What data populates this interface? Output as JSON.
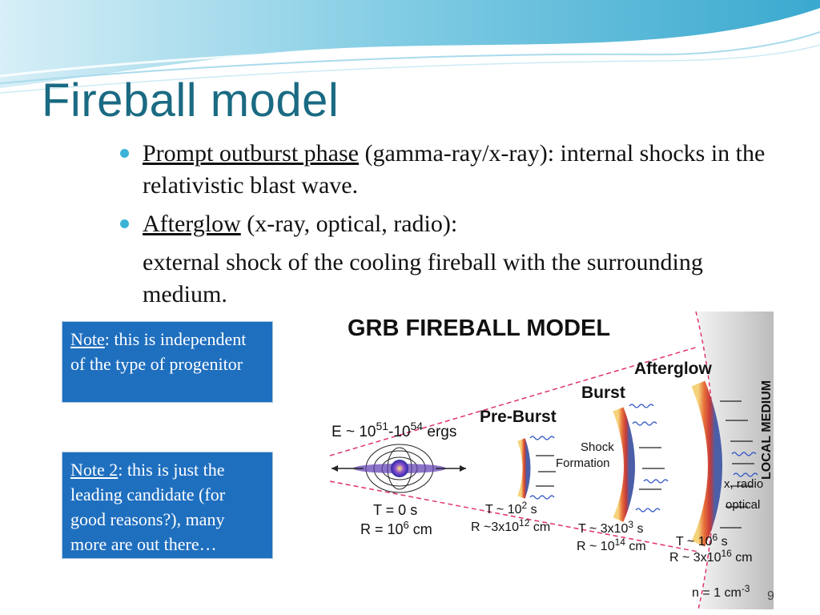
{
  "slide": {
    "title": "Fireball model",
    "bullets": [
      {
        "underlined": "Prompt outburst phase",
        "text": " (gamma-ray/x-ray): internal shocks in the relativistic blast wave."
      },
      {
        "underlined": "Afterglow",
        "text": " (x-ray, optical, radio):"
      }
    ],
    "paragraph": "external shock of the cooling fireball with the surrounding medium.",
    "page_number": "9"
  },
  "notes": [
    {
      "underlined": "Note",
      "text": ": this is independent of the type of progenitor"
    },
    {
      "underlined": "Note 2",
      "text": ": this is just the leading candidate (for good reasons?), many more are out there…"
    }
  ],
  "diagram": {
    "title": "GRB FIREBALL MODEL",
    "energy_label": "E ~ 10",
    "energy_exp1": "51",
    "energy_mid": "-10",
    "energy_exp2": "54",
    "energy_unit": " ergs",
    "t0": "T = 0 s",
    "r0_base": "R = 10",
    "r0_exp": "6",
    "r0_unit": " cm",
    "pre_burst": "Pre-Burst",
    "burst": "Burst",
    "afterglow": "Afterglow",
    "local_medium": "LOCAL MEDIUM",
    "shock": "Shock",
    "formation": "Formation",
    "t1_base": "T ~ 10",
    "t1_exp": "2",
    "t1_unit": " s",
    "r1_base": "R ~3x10",
    "r1_exp": "12",
    "r1_unit": " cm",
    "t2_base": "T ~ 3x10",
    "t2_exp": "3",
    "t2_unit": " s",
    "r2_base": "R ~ 10",
    "r2_exp": "14",
    "r2_unit": " cm",
    "t3_base": "T ~ 10",
    "t3_exp": "6",
    "t3_unit": " s",
    "r3_base": "R ~ 3x10",
    "r3_exp": "16",
    "r3_unit": " cm",
    "xradio": "x, radio",
    "optical": "optical",
    "n_base": "n = 1 cm",
    "n_exp": "-3",
    "colors": {
      "accent": "#1f6fbf",
      "title": "#1a6a82",
      "bullet": "#3bb3d6",
      "cone": "#e0336c"
    }
  }
}
